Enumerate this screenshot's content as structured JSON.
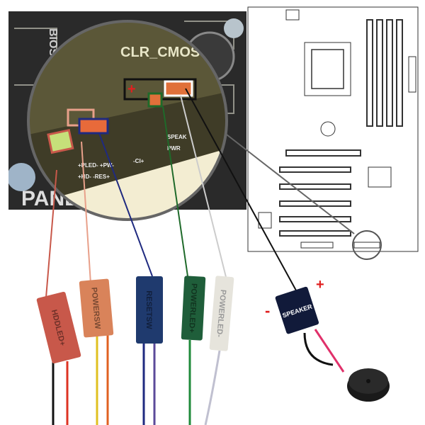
{
  "board_labels": {
    "clr_cmos": "CLR_CMOS",
    "bios": "BIOS",
    "panel": "PANEL",
    "pin_row_1": "+PLED-  +PW-",
    "pin_row_2": "+HD-  -RES+",
    "pin_ci": "-CI+",
    "pin_spk": "SPEAK",
    "pin_pwr": "PWR"
  },
  "connectors": [
    {
      "label": "HDDLED+",
      "color": "#c8584a",
      "wire_color": "#c8584a"
    },
    {
      "label": "POWERSW",
      "color": "#d9835a",
      "wire_color": "#e8a08a"
    },
    {
      "label": "RESETSW",
      "color": "#1f3a6e",
      "wire_color": "#1f2a80"
    },
    {
      "label": "POWERLED+",
      "color": "#1f5e3a",
      "wire_color": "#1f6a2a"
    },
    {
      "label": "POWERLED-",
      "color": "#e6e4dc",
      "wire_color": "#dddddd"
    }
  ],
  "speaker": {
    "label": "SPEAKER",
    "plus": "+",
    "minus": "-",
    "polarity_color": "#e02020"
  },
  "header_plus": "+"
}
